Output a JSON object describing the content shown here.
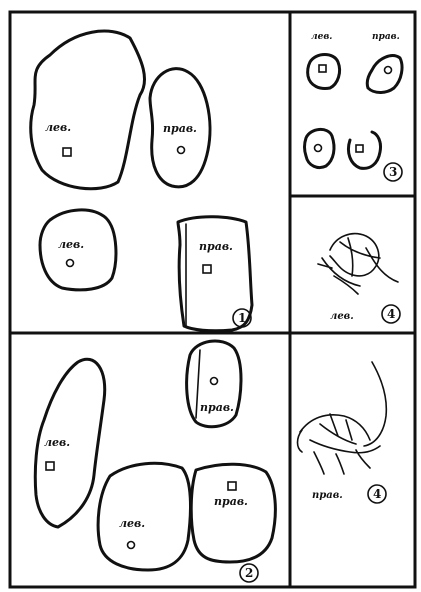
{
  "labels": {
    "left": "лев.",
    "right": "прав."
  },
  "panels": {
    "p1": {
      "number": "1"
    },
    "p2": {
      "number": "2"
    },
    "p3": {
      "number": "3"
    },
    "p4a": {
      "number": "4"
    },
    "p4b": {
      "number": "4"
    }
  },
  "colors": {
    "ink": "#111111",
    "paper": "#ffffff"
  }
}
